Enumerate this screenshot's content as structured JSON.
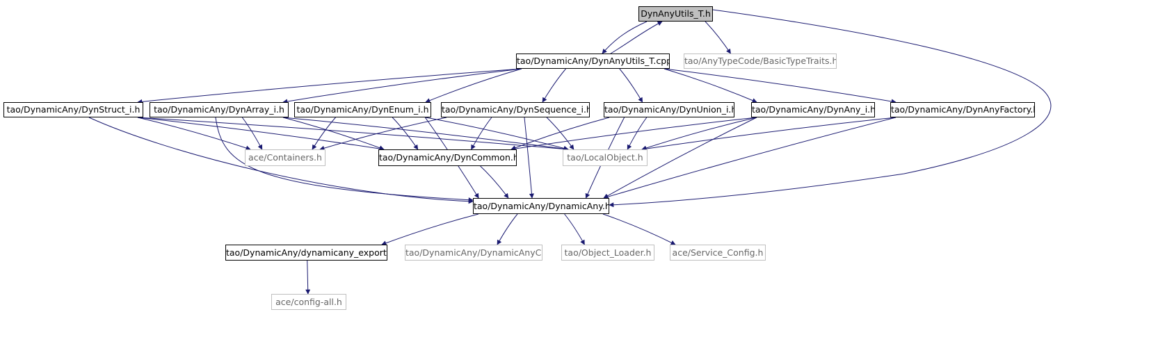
{
  "graph": {
    "edge_color": "#191970",
    "node_border_color": "#000000",
    "external_border_color": "#bfbfbf",
    "external_text_color": "#666666",
    "root_fill_color": "#bfbfbf",
    "nodes": [
      {
        "id": "utils_h",
        "label": "DynAnyUtils_T.h",
        "kind": "root"
      },
      {
        "id": "utils_cpp",
        "label": "tao/DynamicAny/DynAnyUtils_T.cpp",
        "kind": "file"
      },
      {
        "id": "basictypetraits",
        "label": "tao/AnyTypeCode/BasicTypeTraits.h",
        "kind": "external"
      },
      {
        "id": "dynstruct",
        "label": "tao/DynamicAny/DynStruct_i.h",
        "kind": "file"
      },
      {
        "id": "dynarray",
        "label": "tao/DynamicAny/DynArray_i.h",
        "kind": "file"
      },
      {
        "id": "dynenum",
        "label": "tao/DynamicAny/DynEnum_i.h",
        "kind": "file"
      },
      {
        "id": "dynsequence",
        "label": "tao/DynamicAny/DynSequence_i.h",
        "kind": "file"
      },
      {
        "id": "dynunion",
        "label": "tao/DynamicAny/DynUnion_i.h",
        "kind": "file"
      },
      {
        "id": "dynany",
        "label": "tao/DynamicAny/DynAny_i.h",
        "kind": "file"
      },
      {
        "id": "dynanyfactory",
        "label": "tao/DynamicAny/DynAnyFactory.h",
        "kind": "file"
      },
      {
        "id": "containers",
        "label": "ace/Containers.h",
        "kind": "external"
      },
      {
        "id": "dyncommon",
        "label": "tao/DynamicAny/DynCommon.h",
        "kind": "file"
      },
      {
        "id": "localobject",
        "label": "tao/LocalObject.h",
        "kind": "external"
      },
      {
        "id": "dynamicany",
        "label": "tao/DynamicAny/DynamicAny.h",
        "kind": "file"
      },
      {
        "id": "export",
        "label": "tao/DynamicAny/dynamicany_export.h",
        "kind": "file"
      },
      {
        "id": "dynamicanyc",
        "label": "tao/DynamicAny/DynamicAnyC.h",
        "kind": "external"
      },
      {
        "id": "objectloader",
        "label": "tao/Object_Loader.h",
        "kind": "external"
      },
      {
        "id": "serviceconfig",
        "label": "ace/Service_Config.h",
        "kind": "external"
      },
      {
        "id": "configall",
        "label": "ace/config-all.h",
        "kind": "external"
      }
    ],
    "edges": [
      [
        "utils_h",
        "utils_cpp"
      ],
      [
        "utils_cpp",
        "utils_h"
      ],
      [
        "utils_h",
        "basictypetraits"
      ],
      [
        "utils_h",
        "dynamicany"
      ],
      [
        "utils_cpp",
        "dynstruct"
      ],
      [
        "utils_cpp",
        "dynarray"
      ],
      [
        "utils_cpp",
        "dynenum"
      ],
      [
        "utils_cpp",
        "dynsequence"
      ],
      [
        "utils_cpp",
        "dynunion"
      ],
      [
        "utils_cpp",
        "dynany"
      ],
      [
        "utils_cpp",
        "dynanyfactory"
      ],
      [
        "dynstruct",
        "containers"
      ],
      [
        "dynstruct",
        "dyncommon"
      ],
      [
        "dynstruct",
        "localobject"
      ],
      [
        "dynstruct",
        "dynamicany"
      ],
      [
        "dynarray",
        "containers"
      ],
      [
        "dynarray",
        "dyncommon"
      ],
      [
        "dynarray",
        "localobject"
      ],
      [
        "dynarray",
        "dynamicany"
      ],
      [
        "dynenum",
        "containers"
      ],
      [
        "dynenum",
        "dyncommon"
      ],
      [
        "dynenum",
        "localobject"
      ],
      [
        "dynenum",
        "dynamicany"
      ],
      [
        "dynsequence",
        "containers"
      ],
      [
        "dynsequence",
        "dyncommon"
      ],
      [
        "dynsequence",
        "localobject"
      ],
      [
        "dynsequence",
        "dynamicany"
      ],
      [
        "dynunion",
        "dyncommon"
      ],
      [
        "dynunion",
        "localobject"
      ],
      [
        "dynunion",
        "dynamicany"
      ],
      [
        "dynany",
        "dyncommon"
      ],
      [
        "dynany",
        "localobject"
      ],
      [
        "dynany",
        "dynamicany"
      ],
      [
        "dynanyfactory",
        "localobject"
      ],
      [
        "dynanyfactory",
        "dynamicany"
      ],
      [
        "dyncommon",
        "dynamicany"
      ],
      [
        "dynamicany",
        "export"
      ],
      [
        "dynamicany",
        "dynamicanyc"
      ],
      [
        "dynamicany",
        "objectloader"
      ],
      [
        "dynamicany",
        "serviceconfig"
      ],
      [
        "export",
        "configall"
      ]
    ]
  }
}
